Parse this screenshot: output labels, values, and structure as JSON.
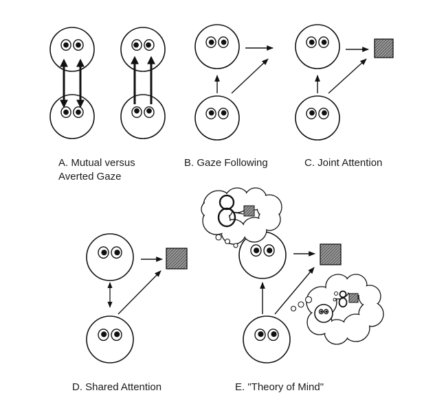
{
  "labels": {
    "a_line1": "A. Mutual versus",
    "a_line2": "Averted Gaze",
    "b": "B. Gaze Following",
    "c": "C. Joint Attention",
    "d": "D. Shared Attention",
    "e": "E. \"Theory of Mind\""
  },
  "colors": {
    "ink": "#111111",
    "face_fill": "#ffffff",
    "object_fill": "#8a8a8a",
    "object_hatch": "#222222"
  }
}
